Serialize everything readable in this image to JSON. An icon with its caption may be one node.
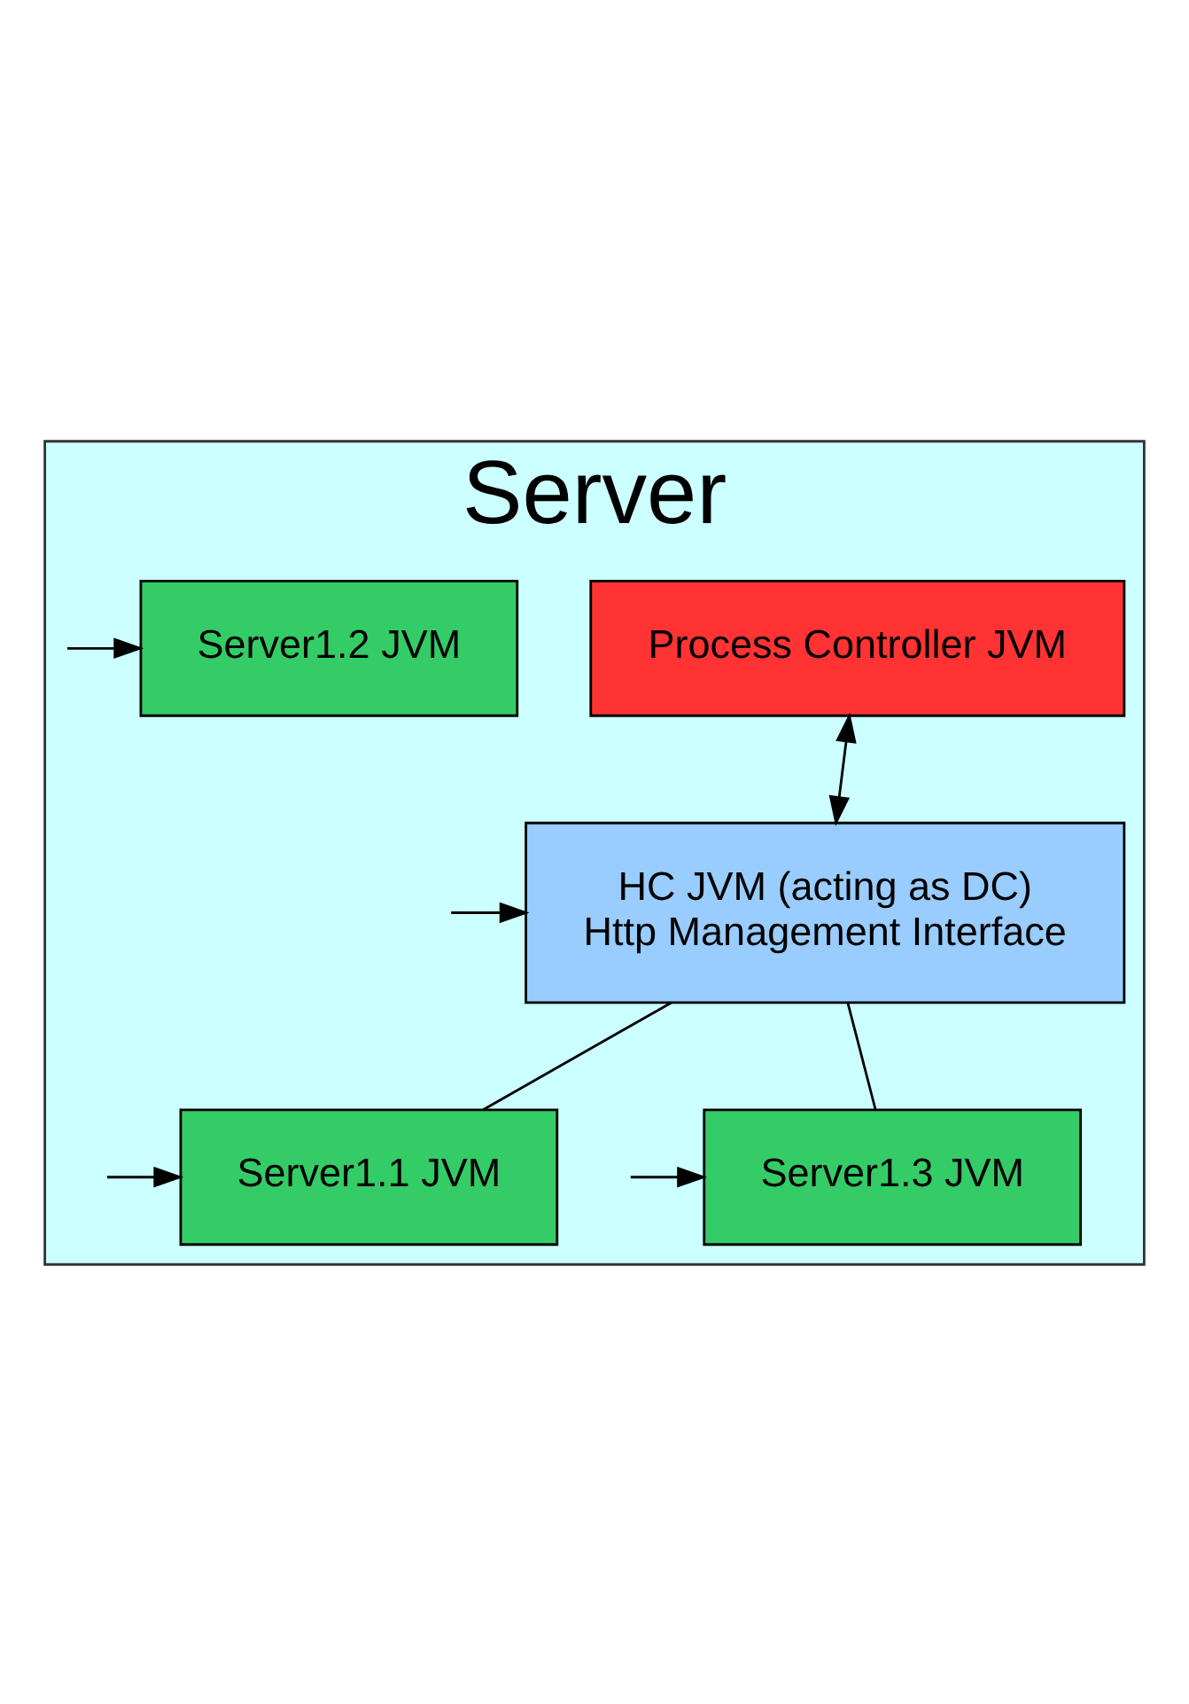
{
  "diagram": {
    "nodes": [
      {
        "text": [
          "Server"
        ]
      },
      {
        "text": [
          "Process Controller JVM"
        ],
        "in": 0
      },
      {
        "text": [
          "HC JVM (acting as DC)",
          "Http Management Interface"
        ],
        "in": 0
      },
      {
        "text": [
          "Server1.3 JVM"
        ],
        "in": 0
      },
      {
        "text": [
          "Server1.2 JVM"
        ],
        "in": 0
      },
      {
        "text": [
          "Server1.1 JVM"
        ],
        "in": 0
      }
    ],
    "edges": [
      {
        "from": 1,
        "to": 2,
        "arrow": "both"
      },
      {
        "from": null,
        "to": 2,
        "arrow": "to"
      },
      {
        "from": 2,
        "to": 3,
        "arrow": "none"
      },
      {
        "from": 2,
        "to": 5,
        "arrow": "none"
      },
      {
        "from": null,
        "to": 3,
        "arrow": "to"
      },
      {
        "from": null,
        "to": 4,
        "arrow": "to"
      },
      {
        "from": null,
        "to": 5,
        "arrow": "to"
      }
    ]
  }
}
